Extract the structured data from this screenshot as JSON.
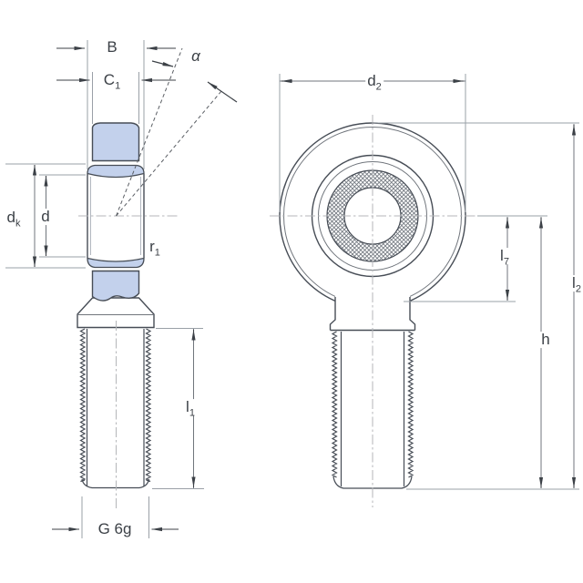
{
  "drawing": {
    "type": "technical-dimension-drawing",
    "views": {
      "left": "side cross-section of rod end with threaded shank",
      "right": "front view of rod end head with bore"
    },
    "colors": {
      "outline": "#474d56",
      "body_fill": "#c3d1ec",
      "extension_line": "#9aa0a7",
      "dimension_line": "#70757c",
      "arrow_text": "#3c4147",
      "centerline": "#b4b6b9"
    }
  },
  "labels": {
    "b": {
      "main": "B",
      "sub": ""
    },
    "c1": {
      "main": "C",
      "sub": "1"
    },
    "alpha": {
      "main": "α",
      "sub": ""
    },
    "d2": {
      "main": "d",
      "sub": "2"
    },
    "dk": {
      "main": "d",
      "sub": "k"
    },
    "d": {
      "main": "d",
      "sub": ""
    },
    "r1": {
      "main": "r",
      "sub": "1"
    },
    "l7": {
      "main": "l",
      "sub": "7"
    },
    "h": {
      "main": "h",
      "sub": ""
    },
    "l2": {
      "main": "l",
      "sub": "2"
    },
    "l1": {
      "main": "l",
      "sub": "1"
    },
    "thread": {
      "main": "G 6g",
      "sub": ""
    }
  }
}
